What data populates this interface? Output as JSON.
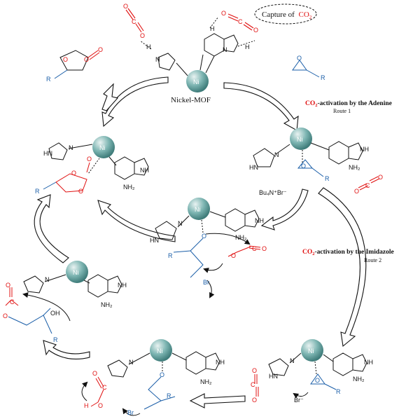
{
  "title": "Capture of",
  "title_sub": "CO",
  "title_subscript": "2",
  "mof_label": "Nickel-MOF",
  "ni": "Ni",
  "route1": {
    "co2": "CO",
    "sub": "2",
    "text": "-activation by the Adenine",
    "route": "Route 1"
  },
  "route2": {
    "co2": "CO",
    "sub": "2",
    "text": "-activation by the Imidazole",
    "route": "Route 2"
  },
  "catalyst": "Bu₄N⁺Br⁻",
  "bromide": "Br⁻",
  "atoms": {
    "O": "O",
    "C": "C",
    "H": "H",
    "N": "N",
    "NH": "NH",
    "NH2": "NH₂",
    "HN": "HN",
    "R": "R",
    "Br": "Br",
    "OH": "OH"
  },
  "colors": {
    "red": "#e01010",
    "blue": "#1a5ea8",
    "ni": "#6aa8a6",
    "black": "#111111"
  }
}
